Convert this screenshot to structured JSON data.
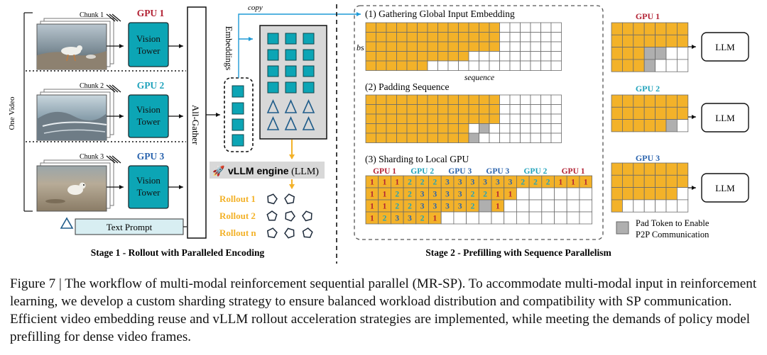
{
  "colors": {
    "yellow": "#F3B229",
    "teal": "#0CA5B5",
    "gpu1": "#B22234",
    "gpu2": "#21A3BC",
    "gpu3": "#2B64AE",
    "pad_gray": "#AFAFAF",
    "panel_gray": "#D8D8D8"
  },
  "stage1": {
    "one_video_label": "One Video",
    "chunk1_label": "Chunk 1",
    "chunk2_label": "Chunk 2",
    "chunk3_label": "Chunk 3",
    "gpu1_label": "GPU 1",
    "gpu2_label": "GPU 2",
    "gpu3_label": "GPU 3",
    "vision_line1": "Vision",
    "vision_line2": "Tower",
    "all_gather_label": "All-Gather",
    "text_prompt_label": "Text Prompt",
    "embeddings_label": "Embeddings",
    "copy_label": "copy",
    "vllm_label_bold": "vLLM engine",
    "vllm_label_normal": " (LLM)",
    "rollout1_label": "Rollout 1",
    "rollout2_label": "Rollout 2",
    "rolloutn_label": "Rollout n",
    "title": "Stage 1 - Rollout with Paralleled Encoding"
  },
  "stage2": {
    "step1_label": "(1) Gathering Global Input Embedding",
    "step2_label": "(2) Padding Sequence",
    "step3_label": "(3) Sharding to Local GPU",
    "bs_label": "bs",
    "sequence_label": "sequence",
    "grid1_fill": [
      13,
      13,
      13,
      10,
      6
    ],
    "grid2_fill": [
      13,
      13,
      13,
      10,
      10
    ],
    "grid2_pad": [
      [
        3,
        11
      ],
      [
        4,
        10
      ]
    ],
    "shard_header": [
      {
        "label": "GPU 1",
        "gpu": 1
      },
      {
        "label": "GPU 2",
        "gpu": 2
      },
      {
        "label": "GPU 3",
        "gpu": 3
      },
      {
        "label": "GPU 3",
        "gpu": 3
      },
      {
        "label": "GPU 2",
        "gpu": 2
      },
      {
        "label": "GPU 1",
        "gpu": 1
      }
    ],
    "shard_rows": [
      [
        "1",
        "1",
        "1",
        "2",
        "2",
        "2",
        "3",
        "3",
        "3",
        "3",
        "3",
        "3",
        "2",
        "2",
        "2",
        "1",
        "1",
        "1"
      ],
      [
        "1",
        "1",
        "2",
        "2",
        "3",
        "3",
        "3",
        "3",
        "2",
        "2",
        "1",
        "1",
        "",
        "",
        "",
        "",
        "",
        ""
      ],
      [
        "1",
        "1",
        "2",
        "2",
        "3",
        "3",
        "3",
        "3",
        "2",
        "P",
        "1",
        "",
        "",
        "",
        "",
        "",
        "",
        ""
      ],
      [
        "1",
        "2",
        "3",
        "3",
        "2",
        "1",
        "",
        "",
        "",
        "",
        "",
        "",
        "",
        "",
        "",
        "",
        "",
        ""
      ]
    ],
    "local_gpu1_label": "GPU 1",
    "local_gpu2_label": "GPU 2",
    "local_gpu3_label": "GPU 3",
    "local_gpu1_fill": [
      9,
      8,
      4,
      4
    ],
    "local_gpu1_pad": [
      [
        2,
        3
      ],
      [
        2,
        4
      ],
      [
        3,
        3
      ]
    ],
    "local_gpu2_fill": [
      9,
      8,
      5
    ],
    "local_gpu2_pad": [
      [
        2,
        5
      ]
    ],
    "local_gpu3_fill": [
      9,
      8,
      6,
      1
    ],
    "llm_label": "LLM",
    "legend_line1": "Pad Token to Enable",
    "legend_line2": "P2P Communication",
    "title": "Stage 2 - Prefilling with Sequence Parallelism"
  },
  "caption": "Figure 7 | The workflow of multi-modal reinforcement sequential parallel (MR-SP). To accommodate multi-modal input in reinforcement learning, we develop a custom sharding strategy to ensure balanced workload distribution and compatibility with SP communication. Efficient video embedding reuse and vLLM rollout acceleration strategies are implemented, while meeting the demands of policy model prefilling for dense video frames."
}
